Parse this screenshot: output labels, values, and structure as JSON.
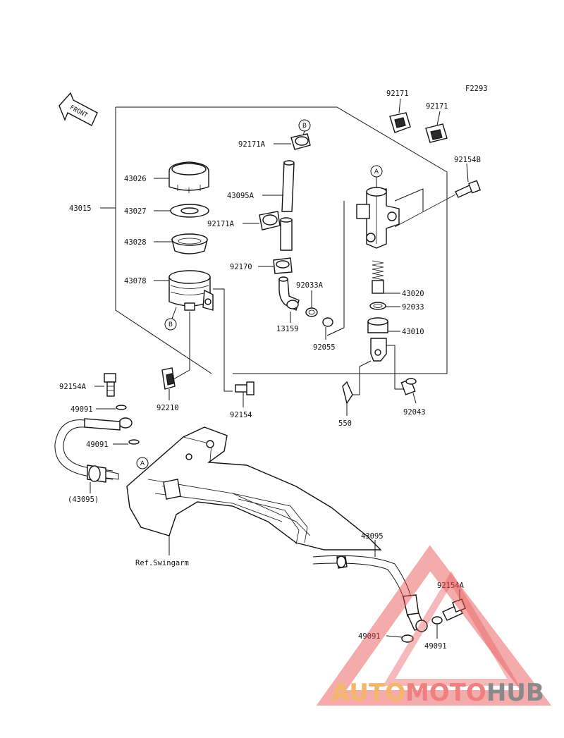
{
  "figure_code": "F2293",
  "front_label": "FRONT",
  "ref_label": "Ref.Swingarm",
  "callouts": {
    "a": "A",
    "b": "B"
  },
  "parts": {
    "p43015": "43015",
    "p43026": "43026",
    "p43027": "43027",
    "p43028": "43028",
    "p43078": "43078",
    "p92171A_top": "92171A",
    "p43095A": "43095A",
    "p92171A_mid": "92171A",
    "p92170": "92170",
    "p92033A": "92033A",
    "p13159": "13159",
    "p92055": "92055",
    "p92171_a": "92171",
    "p92171_b": "92171",
    "p92154B": "92154B",
    "p43020": "43020",
    "p92033": "92033",
    "p43010": "43010",
    "p92210": "92210",
    "p92154": "92154",
    "p550": "550",
    "p92043": "92043",
    "p92154A_left": "92154A",
    "p49091_a": "49091",
    "p49091_b": "49091",
    "p43095_paren": "(43095)",
    "p43095": "43095",
    "p92154A_right": "92154A",
    "p49091_c": "49091",
    "p49091_d": "49091"
  },
  "watermark": {
    "part1": "AUTO",
    "part2": "MOTO",
    "part3": "HUB"
  },
  "colors": {
    "ink": "#111111",
    "watermark_triangle": "#e84a4a",
    "watermark_auto": "#f5b66a",
    "watermark_moto": "#f08080",
    "watermark_hub": "#8a8a8a"
  }
}
